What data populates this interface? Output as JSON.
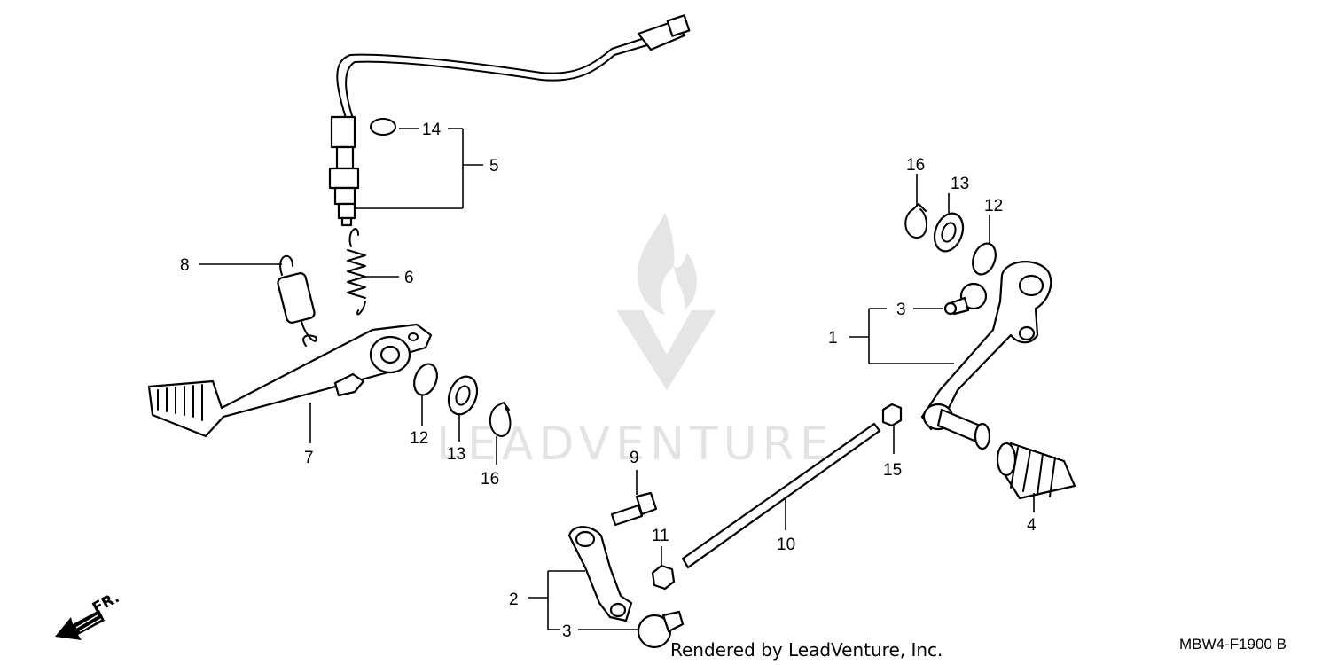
{
  "callouts": {
    "c1": "1",
    "c2": "2",
    "c3a": "3",
    "c3b": "3",
    "c4": "4",
    "c5": "5",
    "c6": "6",
    "c7": "7",
    "c8": "8",
    "c9": "9",
    "c10": "10",
    "c11": "11",
    "c12a": "12",
    "c12b": "12",
    "c13a": "13",
    "c13b": "13",
    "c14": "14",
    "c15": "15",
    "c16a": "16",
    "c16b": "16"
  },
  "direction_label": "FR.",
  "diagram_code": "MBW4-F1900 B",
  "credit": "Rendered by LeadVenture, Inc.",
  "watermark": "LEADVENTURE"
}
